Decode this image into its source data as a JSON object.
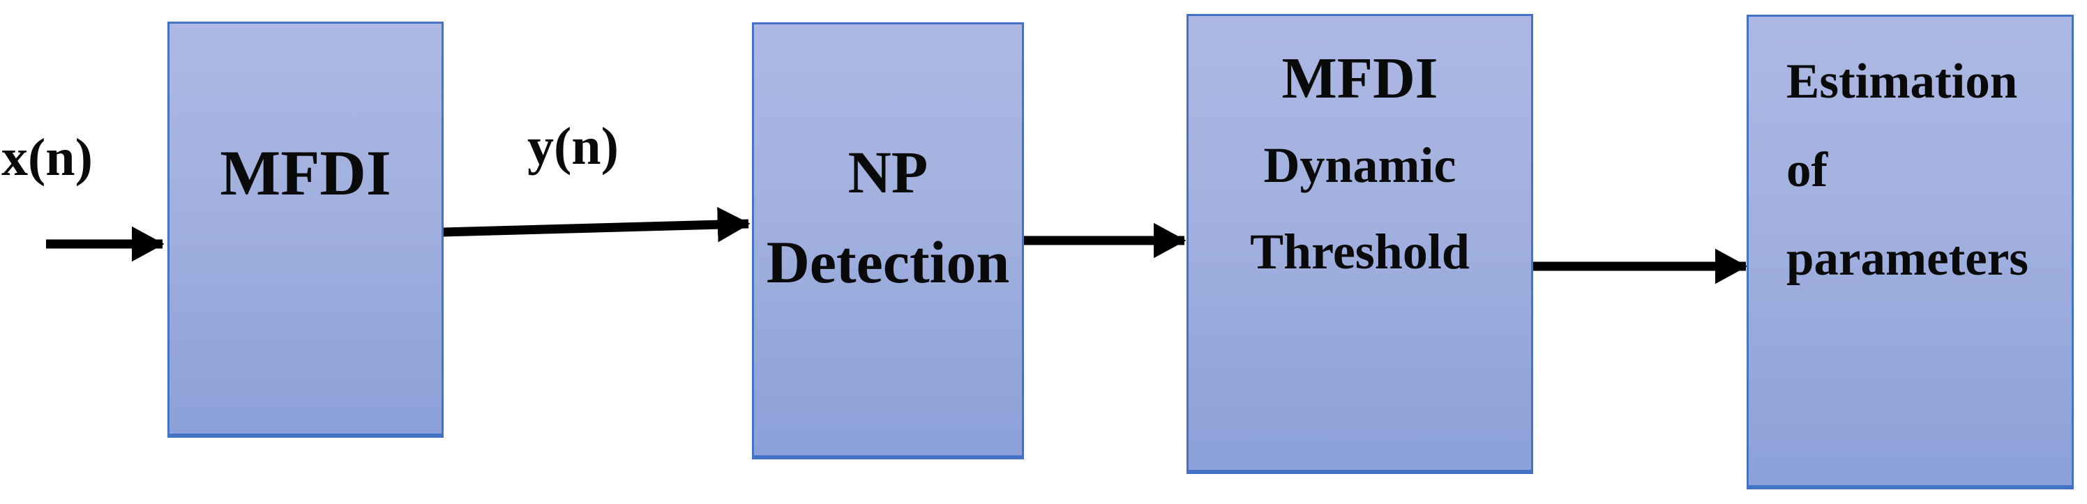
{
  "diagram": {
    "type": "block-flow-diagram",
    "input_label": "x(n)",
    "intermediate_label": "y(n)",
    "nodes": [
      {
        "id": "mfdi",
        "lines": [
          "MFDI"
        ]
      },
      {
        "id": "np-detection",
        "lines": [
          "NP",
          "Detection"
        ]
      },
      {
        "id": "mfdi-dynamic-threshold",
        "lines": [
          "MFDI",
          "Dynamic",
          "Threshold"
        ]
      },
      {
        "id": "estimation-of-parameters",
        "lines": [
          "Estimation",
          "of",
          "parameters"
        ]
      }
    ],
    "flow": [
      "x(n) -> MFDI",
      "MFDI -> NP Detection (y(n))",
      "NP Detection -> MFDI Dynamic Threshold",
      "MFDI Dynamic Threshold -> Estimation of parameters"
    ],
    "colors": {
      "box_fill_top": "#adb9e4",
      "box_fill_bottom": "#8ca1d9",
      "box_border": "#4472c4",
      "arrow": "#000000",
      "text": "#0a0a0a",
      "background": "#ffffff"
    }
  }
}
